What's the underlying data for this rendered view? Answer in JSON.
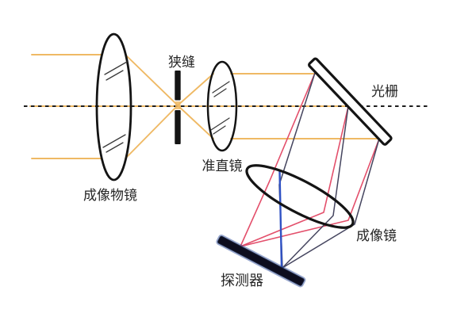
{
  "diagram": {
    "title": "spectrometer-optical-path-schematic",
    "labels": {
      "slit": "狭缝",
      "collimator": "准直镜",
      "objective": "成像物镜",
      "grating": "光栅",
      "imaging_lens": "成像镜",
      "detector": "探测器"
    },
    "colors": {
      "ray_orange": "#efb964",
      "ray_red": "#e34f6b",
      "ray_navy": "#45455f",
      "ray_blue": "#3052c4",
      "outline": "#141414",
      "axis": "#1e1e1e",
      "label": "#262626",
      "detector_fill": "#0d0d1e",
      "detector_glow": "#34519e"
    }
  }
}
